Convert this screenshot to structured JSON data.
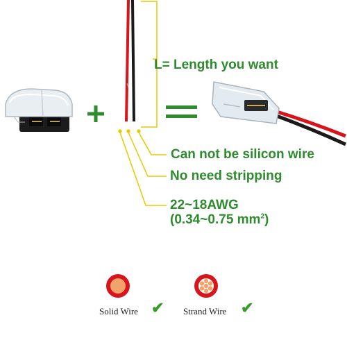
{
  "labels": {
    "length": "L= Length you want",
    "not_silicon": "Can not be silicon wire",
    "no_stripping": "No need stripping",
    "awg": "22~18AWG",
    "mm_open": "(0.34~0.75 mm",
    "mm_sup": "2",
    "mm_close": ")"
  },
  "wire_types": [
    {
      "label": "Solid Wire",
      "icon": "solid-wire-icon",
      "check_icon": "checkmark-icon"
    },
    {
      "label": "Strand Wire",
      "icon": "strand-wire-icon",
      "check_icon": "checkmark-icon"
    }
  ],
  "colors": {
    "label_green": "#2e8b2e",
    "guide_yellow": "#e8c800",
    "wire_red": "#d8141c",
    "wire_black": "#1a1a1a",
    "solid_core": "#f2a36b",
    "ring_red": "#d8141c",
    "check_green": "#3a9a2a"
  }
}
